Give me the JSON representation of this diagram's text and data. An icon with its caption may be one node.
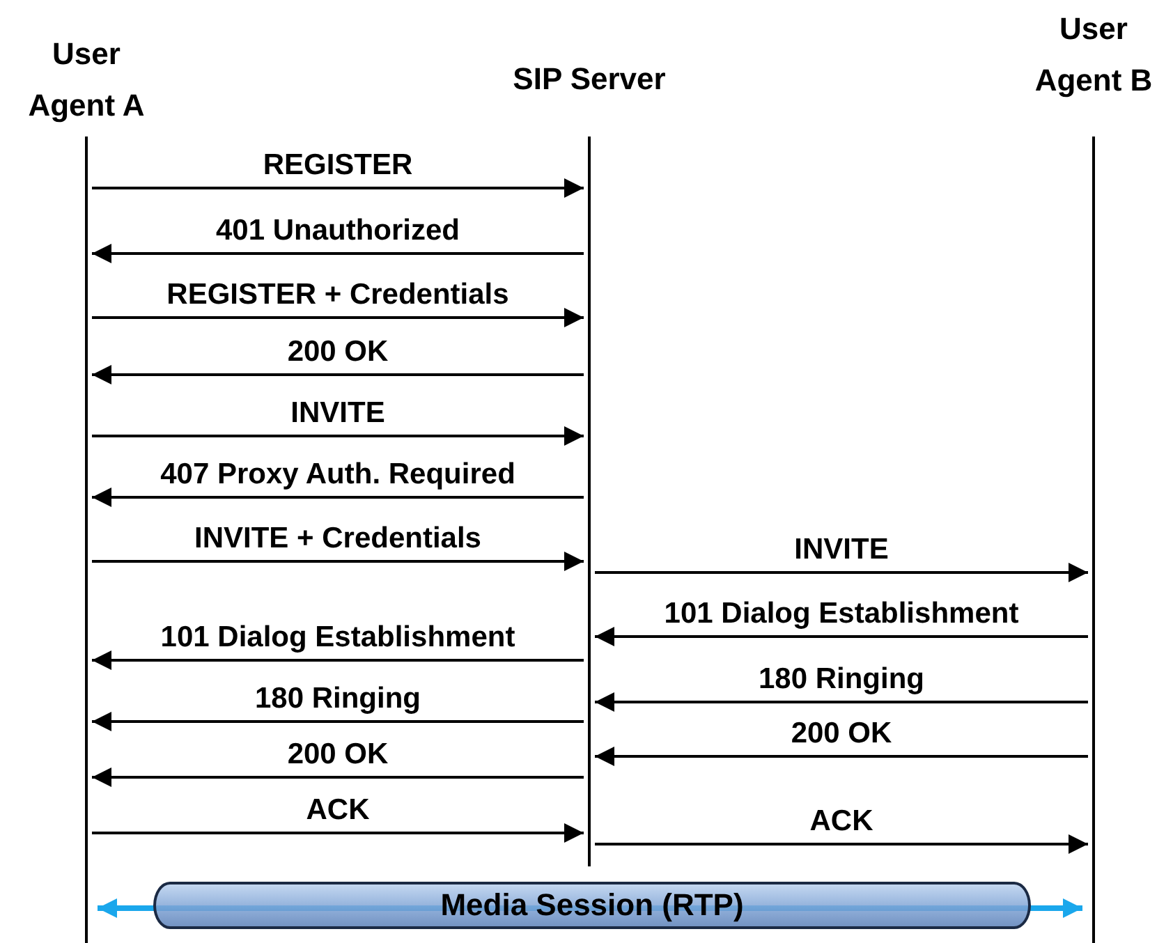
{
  "diagram": {
    "nodes": [
      {
        "text": [
          "User Agent A"
        ]
      },
      {
        "text": [
          "SIP Server"
        ]
      },
      {
        "text": [
          "User Agent B"
        ]
      }
    ],
    "edges": [
      {
        "from": 0,
        "to": 1,
        "arrow": "to",
        "label": "REGISTER"
      },
      {
        "from": 1,
        "to": 0,
        "arrow": "to",
        "label": "401 Unauthorized"
      },
      {
        "from": 0,
        "to": 1,
        "arrow": "to",
        "label": "REGISTER + Credentials"
      },
      {
        "from": 1,
        "to": 0,
        "arrow": "to",
        "label": "200 OK"
      },
      {
        "from": 0,
        "to": 1,
        "arrow": "to",
        "label": "INVITE"
      },
      {
        "from": 1,
        "to": 0,
        "arrow": "to",
        "label": "407 Proxy Auth. Required"
      },
      {
        "from": 0,
        "to": 1,
        "arrow": "to",
        "label": "INVITE + Credentials"
      },
      {
        "from": 1,
        "to": 2,
        "arrow": "to",
        "label": "INVITE"
      },
      {
        "from": 2,
        "to": 1,
        "arrow": "to",
        "label": "101 Dialog Establishment"
      },
      {
        "from": 1,
        "to": 0,
        "arrow": "to",
        "label": "101 Dialog Establishment"
      },
      {
        "from": 2,
        "to": 1,
        "arrow": "to",
        "label": "180 Ringing"
      },
      {
        "from": 1,
        "to": 0,
        "arrow": "to",
        "label": "180 Ringing"
      },
      {
        "from": 2,
        "to": 1,
        "arrow": "to",
        "label": "200 OK"
      },
      {
        "from": 1,
        "to": 0,
        "arrow": "to",
        "label": "200 OK"
      },
      {
        "from": 0,
        "to": 1,
        "arrow": "to",
        "label": "ACK"
      },
      {
        "from": 1,
        "to": 2,
        "arrow": "to",
        "label": "ACK"
      },
      {
        "from": 0,
        "to": 2,
        "arrow": "both",
        "style": "thick",
        "color": "#1aa7ec",
        "label": "Media Session (RTP)"
      }
    ]
  }
}
